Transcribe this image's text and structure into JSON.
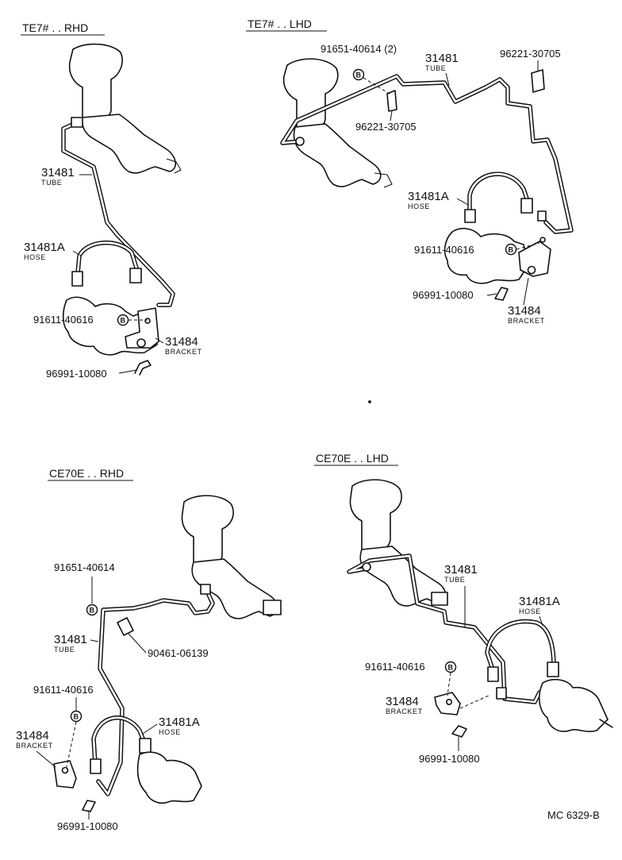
{
  "diagram": {
    "panels": {
      "te7_rhd": {
        "title": "TE7# . . RHD",
        "labels": {
          "tube_num": "31481",
          "tube_sub": "TUBE",
          "hose_num": "31481A",
          "hose_sub": "HOSE",
          "bolt": "91611-40616",
          "bracket_num": "31484",
          "bracket_sub": "BRACKET",
          "clip": "96991-10080"
        }
      },
      "te7_lhd": {
        "title": "TE7# . . LHD",
        "labels": {
          "bolt_top": "91651-40614 (2)",
          "tube_num": "31481",
          "tube_sub": "TUBE",
          "clamp_a": "96221-30705",
          "clamp_b": "96221-30705",
          "hose_num": "31481A",
          "hose_sub": "HOSE",
          "bolt": "91611-40616",
          "clip": "96991-10080",
          "bracket_num": "31484",
          "bracket_sub": "BRACKET"
        }
      },
      "ce70e_rhd": {
        "title": "CE70E . . RHD",
        "labels": {
          "bolt_top": "91651-40614",
          "tube_num": "31481",
          "tube_sub": "TUBE",
          "clamp": "90461-06139",
          "bolt": "91611-40616",
          "hose_num": "31481A",
          "hose_sub": "HOSE",
          "bracket_num": "31484",
          "bracket_sub": "BRACKET",
          "clip": "96991-10080"
        }
      },
      "ce70e_lhd": {
        "title": "CE70E . . LHD",
        "labels": {
          "tube_num": "31481",
          "tube_sub": "TUBE",
          "hose_num": "31481A",
          "hose_sub": "HOSE",
          "bolt": "91611-40616",
          "bracket_num": "31484",
          "bracket_sub": "BRACKET",
          "clip": "96991-10080"
        }
      }
    },
    "marker_glyph": "B",
    "figure_code": "MC 6329-B"
  }
}
